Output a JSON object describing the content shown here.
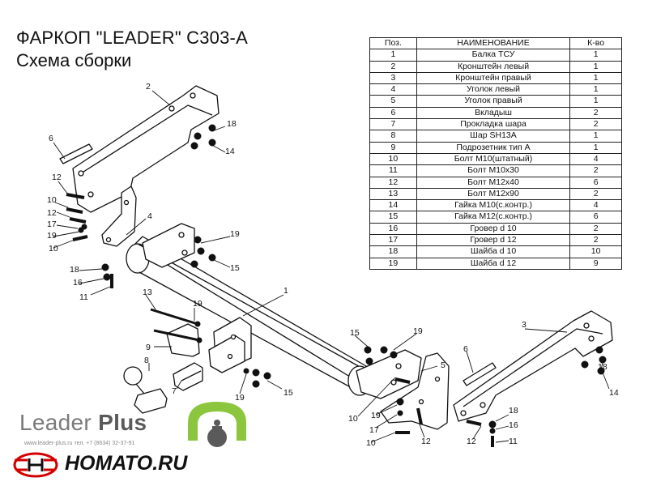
{
  "header": {
    "title": "ФАРКОП \"LEADER\" С303-А",
    "subtitle": "Схема сборки"
  },
  "parts_table": {
    "columns": [
      "Поз.",
      "НАИМЕНОВАНИЕ",
      "К-во"
    ],
    "rows": [
      [
        "1",
        "Балка ТСУ",
        "1"
      ],
      [
        "2",
        "Кронштейн левый",
        "1"
      ],
      [
        "3",
        "Кронштейн правый",
        "1"
      ],
      [
        "4",
        "Уголок левый",
        "1"
      ],
      [
        "5",
        "Уголок правый",
        "1"
      ],
      [
        "6",
        "Вкладыш",
        "2"
      ],
      [
        "7",
        "Прокладка шара",
        "2"
      ],
      [
        "8",
        "Шар SH13A",
        "1"
      ],
      [
        "9",
        "Подрозетник тип А",
        "1"
      ],
      [
        "10",
        "Болт М10(штатный)",
        "4"
      ],
      [
        "11",
        "Болт М10х30",
        "2"
      ],
      [
        "12",
        "Болт М12х40",
        "6"
      ],
      [
        "13",
        "Болт М12х90",
        "2"
      ],
      [
        "14",
        "Гайка  М10(с.контр.)",
        "4"
      ],
      [
        "15",
        "Гайка М12(с.контр.)",
        "6"
      ],
      [
        "16",
        "Гровер d 10",
        "2"
      ],
      [
        "17",
        "Гровер d 12",
        "2"
      ],
      [
        "18",
        "Шайба d 10",
        "10"
      ],
      [
        "19",
        "Шайба d 12",
        "9"
      ]
    ]
  },
  "callouts": [
    "2",
    "18",
    "14",
    "6",
    "12",
    "10",
    "12",
    "17",
    "19",
    "10",
    "4",
    "19",
    "15",
    "18",
    "16",
    "11",
    "13",
    "19",
    "9",
    "8",
    "7",
    "19",
    "15",
    "1",
    "15",
    "19",
    "5",
    "3",
    "6",
    "18",
    "14",
    "10",
    "19",
    "17",
    "10",
    "12",
    "12",
    "18",
    "16",
    "11"
  ],
  "watermark": {
    "logo_word": "Leader",
    "logo_word_bold": "Plus",
    "contact": "www.leader-plus.ru   тел. +7 (8634) 32-37-91",
    "brand": "НОМАТО.RU"
  }
}
